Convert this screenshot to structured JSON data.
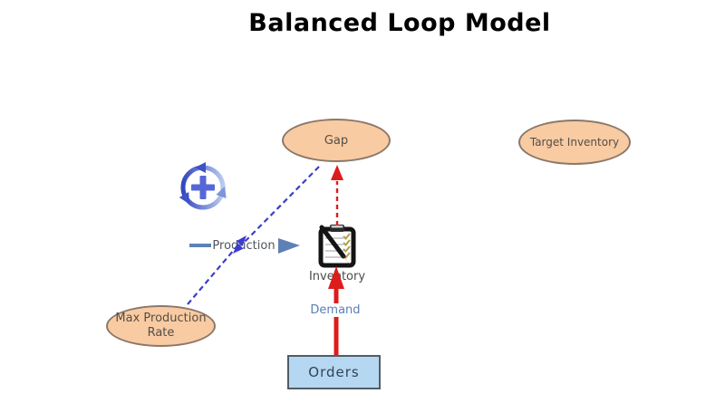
{
  "title": "Balanced Loop Model",
  "diagram": {
    "nodes": {
      "gap": "Gap",
      "target_inventory": "Target Inventory",
      "max_production_rate": "Max Production Rate",
      "orders": "Orders",
      "inventory": "Inventory"
    },
    "flows": {
      "production": "Production",
      "demand": "Demand"
    },
    "icons": {
      "loop": "circular-arrows-plus-icon",
      "inventory": "clipboard-pen-icon"
    }
  },
  "colors": {
    "background": "#FFFFFF",
    "node_fill": "#F9CBA3",
    "node_border": "#8B7868",
    "node_text": "#544E46",
    "orders_fill": "#B5D7F2",
    "orders_border": "#525C66",
    "orders_text": "#2F4456",
    "link_blue_dashed": "#3C3CCE",
    "link_red": "#DD1C1C",
    "flow_steel_blue": "#5E81B5",
    "demand_text": "#5B7FB5",
    "inventory_text": "#4A4A4A",
    "loop_icon_blue_dark": "#3448BE",
    "loop_icon_blue_light": "#B9CBF0",
    "loop_plus_blue": "#5666D6"
  }
}
